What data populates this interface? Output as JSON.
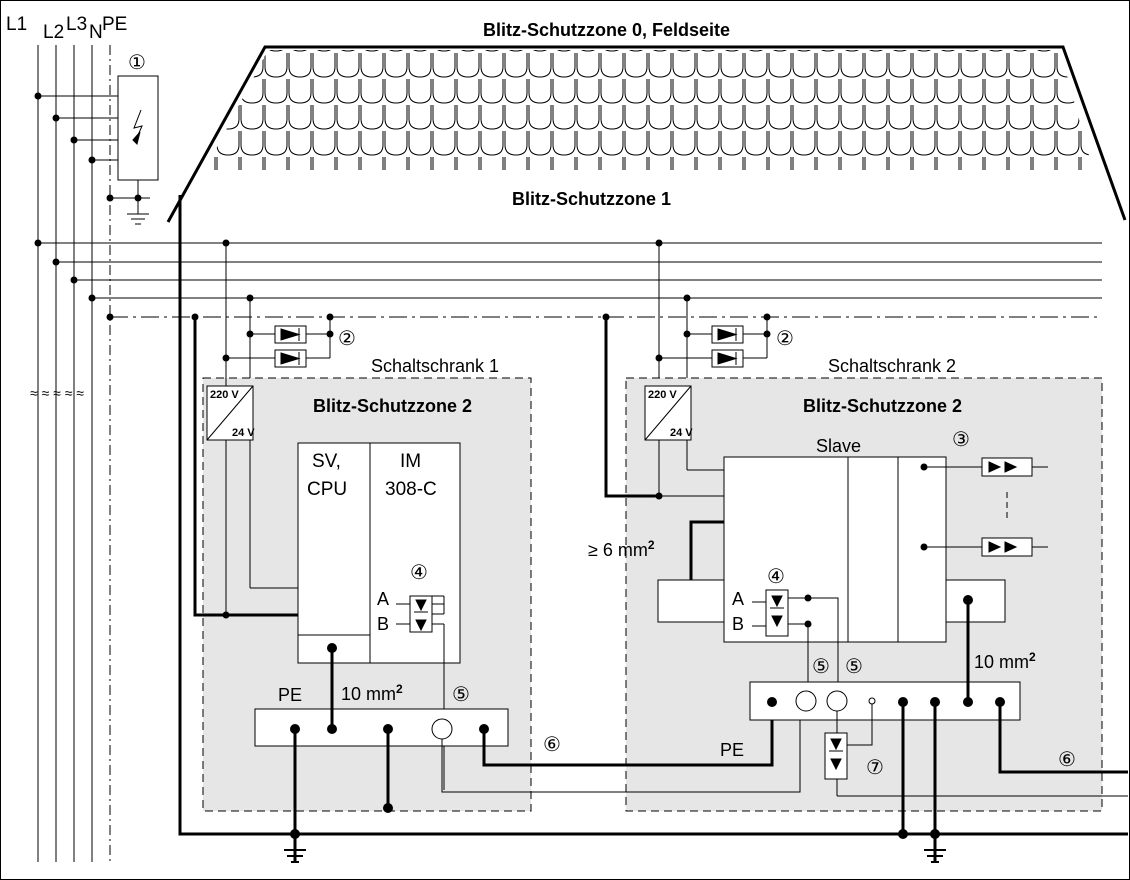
{
  "conductors": {
    "l1": "L1",
    "l2": "L2",
    "l3": "L3",
    "n": "N",
    "pe": "PE"
  },
  "tilde_marks": "≈ ≈ ≈ ≈ ≈",
  "zones": {
    "zone0": "Blitz-Schutzzone 0, Feldseite",
    "zone1": "Blitz-Schutzzone 1",
    "zone2_left": "Blitz-Schutzzone 2",
    "zone2_right": "Blitz-Schutzzone 2"
  },
  "cabinets": {
    "left": "Schaltschrank 1",
    "right": "Schaltschrank 2"
  },
  "psu": {
    "input": "220 V",
    "output": "24 V"
  },
  "modules": {
    "sv": "SV,",
    "cpu": "CPU",
    "im": "IM",
    "im_type": "308-C",
    "slave": "Slave"
  },
  "signals": {
    "a": "A",
    "b": "B"
  },
  "cross_sections": {
    "left": "10 mm",
    "right": "10 mm",
    "ge6": "≥ 6 mm",
    "superscript": "2"
  },
  "pe_labels": {
    "left": "PE",
    "right": "PE"
  },
  "markers": {
    "m1": "①",
    "m2": "②",
    "m3": "③",
    "m4": "④",
    "m5": "⑤",
    "m6": "⑥",
    "m7": "⑦"
  },
  "colors": {
    "zone2_fill": "#e6e6e6",
    "line": "#000000"
  }
}
